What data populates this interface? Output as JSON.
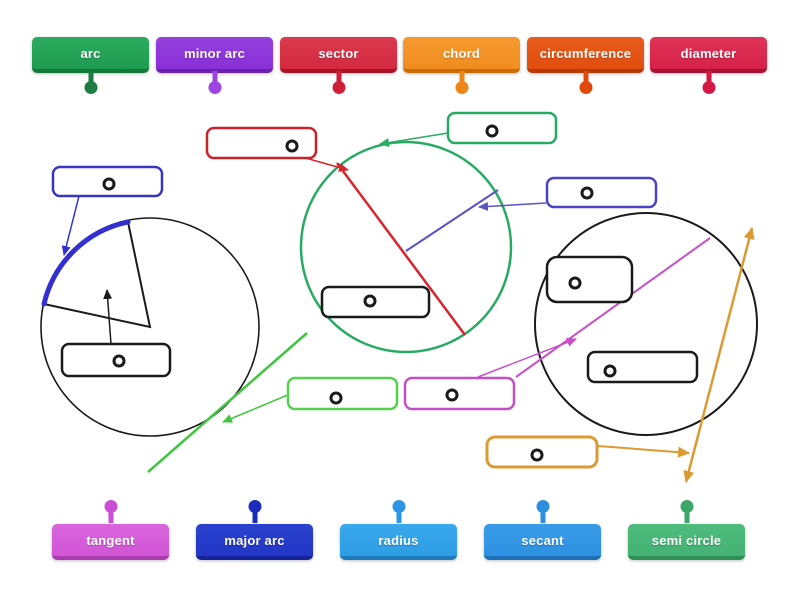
{
  "word_bank_top": {
    "items": [
      {
        "label": "arc",
        "color": "#1f9b50",
        "pin_color": "#1d7c44"
      },
      {
        "label": "minor arc",
        "color": "#8a2fd8",
        "pin_color": "#9d44e2"
      },
      {
        "label": "sector",
        "color": "#d3293f",
        "pin_color": "#cf1e38"
      },
      {
        "label": "chord",
        "color": "#f18c1f",
        "pin_color": "#ee8519"
      },
      {
        "label": "circumference",
        "color": "#e14e0e",
        "pin_color": "#e1490c"
      },
      {
        "label": "diameter",
        "color": "#d62148",
        "pin_color": "#d41744"
      }
    ]
  },
  "word_bank_bottom": {
    "items": [
      {
        "label": "tangent",
        "color": "#d155d6",
        "pin_color": "#cb4fd4"
      },
      {
        "label": "major arc",
        "color": "#2136c4",
        "pin_color": "#1b2cba"
      },
      {
        "label": "radius",
        "color": "#2d9de4",
        "pin_color": "#2d96e4"
      },
      {
        "label": "secant",
        "color": "#2d90e0",
        "pin_color": "#2d8ede"
      },
      {
        "label": "semi circle",
        "color": "#43b272",
        "pin_color": "#3ba668"
      }
    ]
  },
  "diagram": {
    "answer_slots": [
      {
        "name": "slot-blue-left",
        "border_color": "#3a35c0"
      },
      {
        "name": "slot-red",
        "border_color": "#cc2127"
      },
      {
        "name": "slot-green-top",
        "border_color": "#27ab62"
      },
      {
        "name": "slot-blue-right",
        "border_color": "#4b42c4"
      },
      {
        "name": "slot-black-left-circle",
        "border_color": "#1a1a1a"
      },
      {
        "name": "slot-black-green-circle",
        "border_color": "#1a1a1a"
      },
      {
        "name": "slot-black-right-top",
        "border_color": "#1a1a1a"
      },
      {
        "name": "slot-black-right-bottom",
        "border_color": "#1a1a1a"
      },
      {
        "name": "slot-light-green",
        "border_color": "#55d24b"
      },
      {
        "name": "slot-magenta",
        "border_color": "#c44fc4"
      },
      {
        "name": "slot-orange",
        "border_color": "#dc9a32"
      }
    ],
    "feature_colors": {
      "circle_outline": "#1a1a1a",
      "minor_arc_highlight": "#3230cf",
      "green_circle": "#27ab62",
      "diameter_line": "#d8242c",
      "radius_line": "#5b52c8",
      "tangent_line": "#3fc53f",
      "chord_line": "#c850c8",
      "secant_arrow_line": "#dc9a32"
    }
  }
}
